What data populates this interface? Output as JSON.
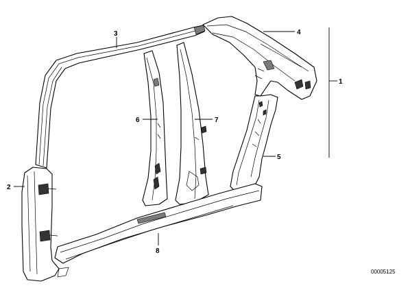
{
  "callouts": {
    "c1": "1",
    "c2": "2",
    "c3": "3",
    "c4": "4",
    "c5": "5",
    "c6": "6",
    "c7": "7",
    "c8": "8"
  },
  "document_number": "00005125"
}
